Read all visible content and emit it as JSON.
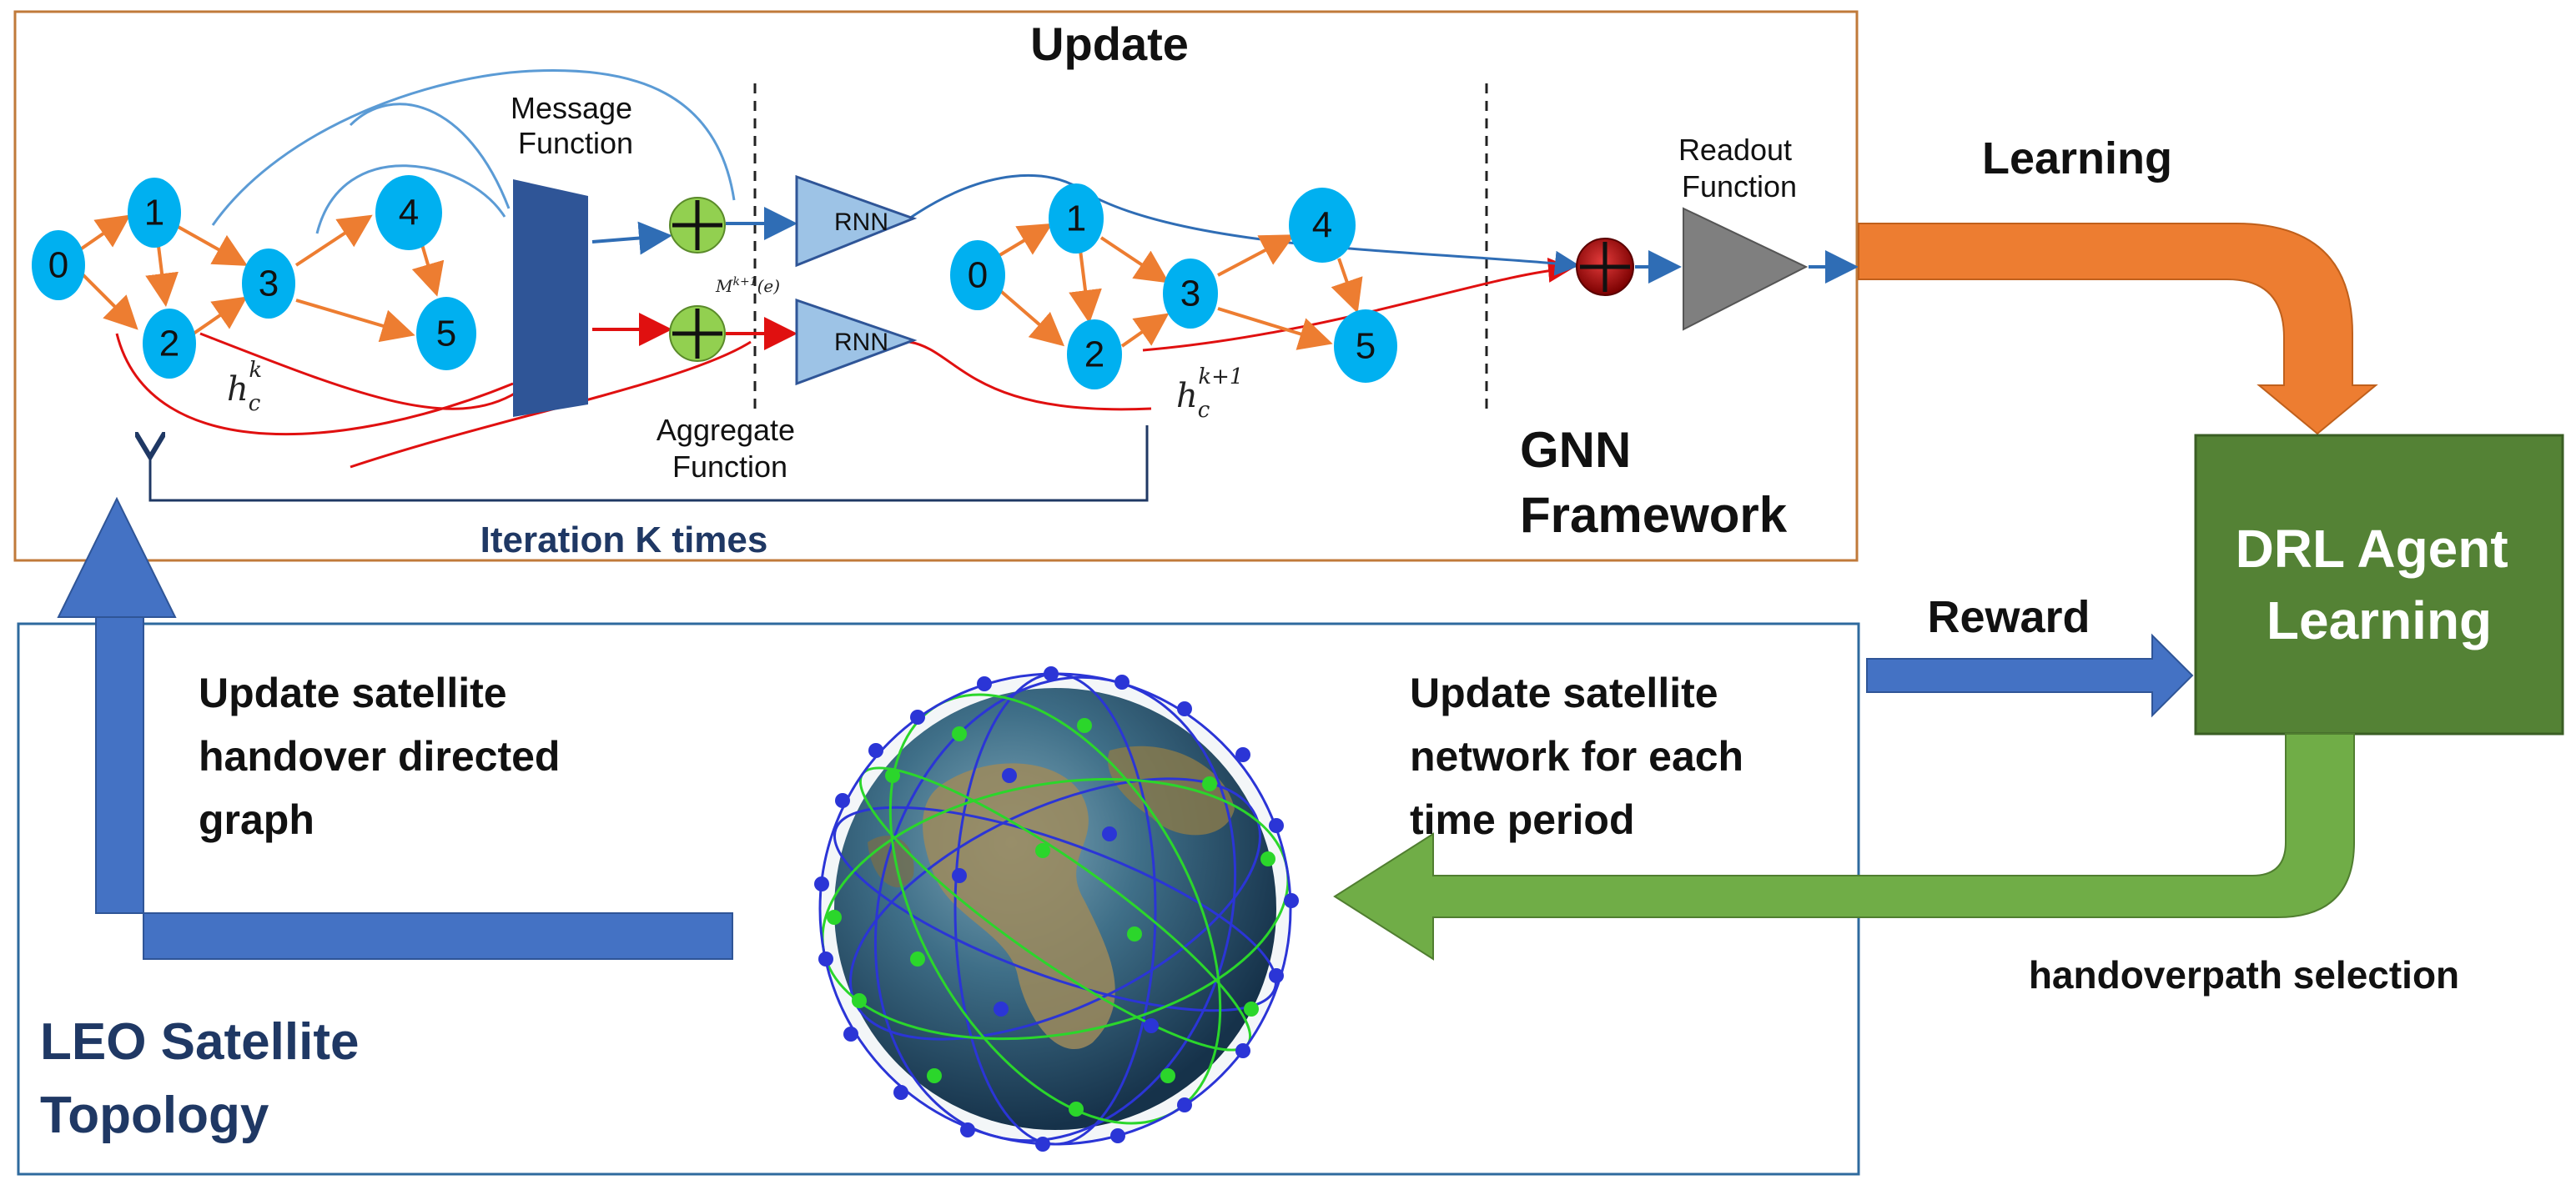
{
  "title": "Update",
  "gnn": {
    "message_function": [
      "Message",
      "Function"
    ],
    "aggregate_function": [
      "Aggregate",
      "Function"
    ],
    "readout_function": [
      "Readout",
      "Function"
    ],
    "rnn_label": "RNN",
    "h_left": "h",
    "h_left_sup": "k",
    "h_left_sub": "c",
    "h_right": "h",
    "h_right_sup": "k+1",
    "h_right_sub": "c",
    "m_label": "M",
    "m_sup": "k+1",
    "m_arg": "(e)",
    "framework": [
      "GNN",
      "Framework"
    ],
    "iteration": "Iteration K times",
    "left_graph_nodes": [
      "0",
      "1",
      "2",
      "3",
      "4",
      "5"
    ],
    "right_graph_nodes": [
      "0",
      "1",
      "2",
      "3",
      "4",
      "5"
    ]
  },
  "learning": "Learning",
  "reward": "Reward",
  "drl": [
    "DRL Agent",
    "Learning"
  ],
  "handover_path": "handoverpath selection",
  "update_left": [
    "Update satellite",
    "handover directed",
    "graph"
  ],
  "update_right": [
    "Update satellite",
    "network for each",
    "time period"
  ],
  "topology": [
    "LEO Satellite",
    "Topology"
  ],
  "colors": {
    "frame_orange": "#c07a3a",
    "frame_blue": "#2e6a9e",
    "node_blue": "#00b0f0",
    "orange_arrow": "#ed7d31",
    "green_arrow": "#70ad47",
    "blue_arrow": "#4472c4",
    "drl_box": "#548235",
    "rnn_fill": "#9dc3e6",
    "readout_fill": "#7f7f7f",
    "plus_green": "#92d050",
    "plus_red": "#c00000",
    "text_navy": "#1f3864",
    "message_block": "#2f5597",
    "red_line": "#e01010",
    "blue_line": "#5b9bd5"
  }
}
